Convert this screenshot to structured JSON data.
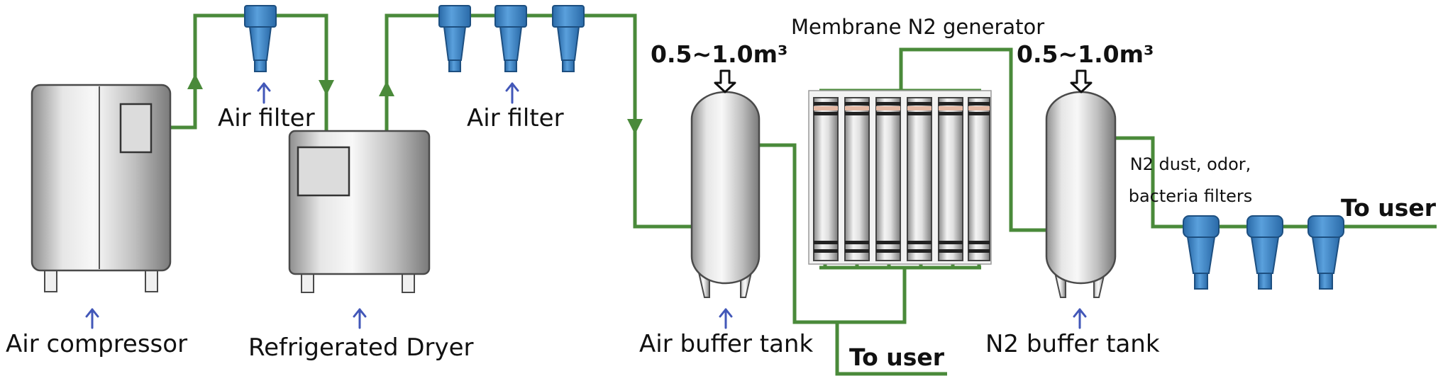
{
  "labels": {
    "air_compressor": "Air compressor",
    "refrigerated_dryer": "Refrigerated  Dryer",
    "air_filter_1": "Air filter",
    "air_filter_2": "Air filter",
    "air_buffer_tank": "Air buffer tank",
    "membrane_generator": "Membrane N2 generator",
    "n2_buffer_tank": "N2 buffer tank",
    "n2_filters_line1": "N2 dust, odor,",
    "n2_filters_line2": "bacteria filters",
    "volume_air_tank": "0.5~1.0m³",
    "volume_n2_tank": "0.5~1.0m³",
    "to_user_1": "To user",
    "to_user_2": "To user"
  },
  "colors": {
    "pipe": "#4a8a3a",
    "filter": "#3f87c8",
    "pointer_arrow": "#4257b8",
    "equipment": "#c8c8c8",
    "equipment_edge": "#4a4a4a"
  },
  "icons": {
    "pointer": "arrow-up-icon",
    "volume_marker": "arrow-down-outline-icon",
    "flow_direction": "triangle-arrow-icon"
  }
}
